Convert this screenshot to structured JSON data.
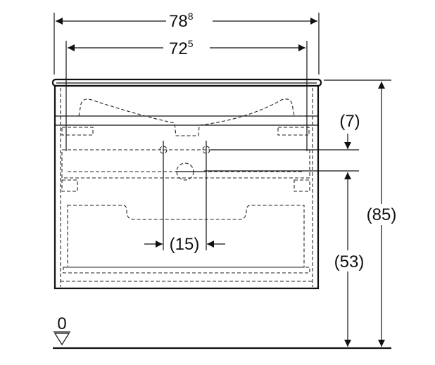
{
  "dimensions": {
    "overall_width": {
      "main": "78",
      "sup": "8"
    },
    "inner_width": {
      "main": "72",
      "sup": "5"
    },
    "top_offset": "(7)",
    "overall_height": "(85)",
    "drain_height": "(53)",
    "hole_spacing": "(15)",
    "ground_level": "0"
  }
}
